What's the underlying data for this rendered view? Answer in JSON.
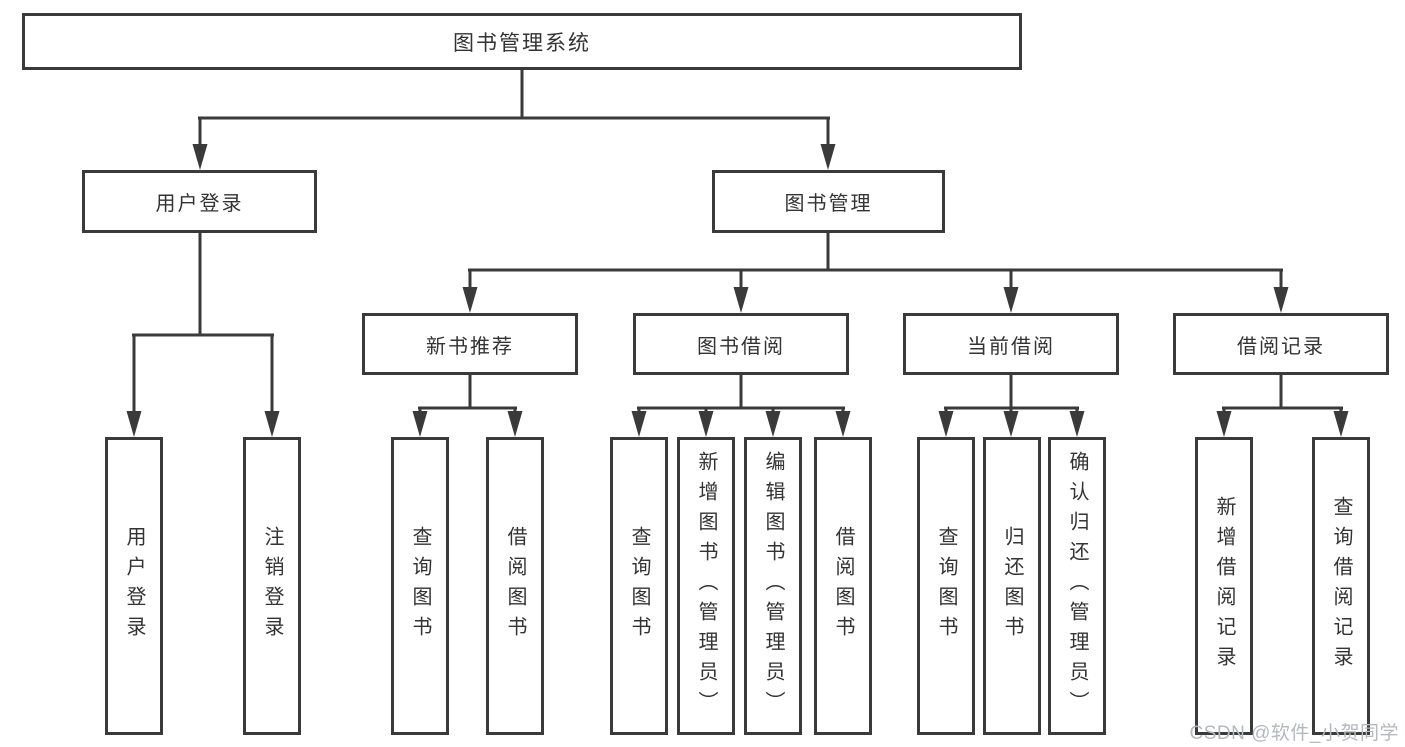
{
  "tree": {
    "label": "图书管理系统",
    "children": [
      {
        "label": "用户登录",
        "children": [
          {
            "label": "用户登录"
          },
          {
            "label": "注销登录"
          }
        ]
      },
      {
        "label": "图书管理",
        "children": [
          {
            "label": "新书推荐",
            "children": [
              {
                "label": "查询图书"
              },
              {
                "label": "借阅图书"
              }
            ]
          },
          {
            "label": "图书借阅",
            "children": [
              {
                "label": "查询图书"
              },
              {
                "label": "新增图书（管理员）"
              },
              {
                "label": "编辑图书（管理员）"
              },
              {
                "label": "借阅图书"
              }
            ]
          },
          {
            "label": "当前借阅",
            "children": [
              {
                "label": "查询图书"
              },
              {
                "label": "归还图书"
              },
              {
                "label": "确认归还（管理员）"
              }
            ]
          },
          {
            "label": "借阅记录",
            "children": [
              {
                "label": "新增借阅记录"
              },
              {
                "label": "查询借阅记录"
              }
            ]
          }
        ]
      }
    ]
  },
  "watermark": {
    "text": "CSDN @软件_小贺同学"
  },
  "colors": {
    "line": "#3a3a3a",
    "box_border": "#3a3a3a",
    "box_fill": "#ffffff",
    "text": "#333333",
    "watermark": "#b3b9bf",
    "background": "#ffffff"
  }
}
